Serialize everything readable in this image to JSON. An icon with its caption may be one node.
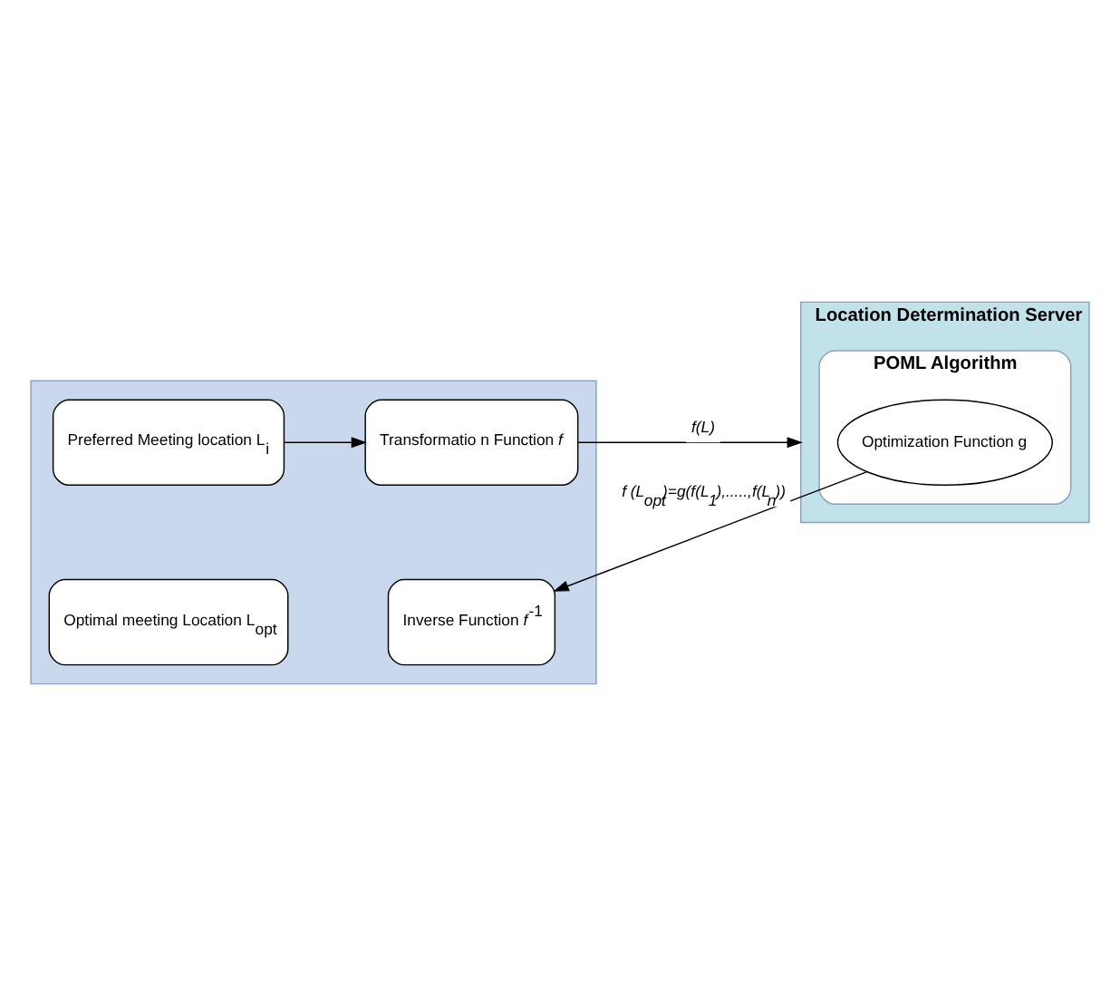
{
  "diagram": {
    "nodes": [
      {
        "text": [],
        "shape": "box"
      },
      {
        "text": [
          "Preferred Meeting location L$_{i}$"
        ],
        "in": 0
      },
      {
        "text": [
          "Transformatio n Function *f*"
        ],
        "in": 0
      },
      {
        "text": [
          "Optimal meeting Location L$_{opt}$"
        ],
        "in": 0
      },
      {
        "text": [
          "Inverse Function *f*$^{-1}$"
        ],
        "in": 0
      },
      {
        "text": [
          "Location Determination Server"
        ]
      },
      {
        "text": [
          "POML Algorithm"
        ],
        "in": 5
      },
      {
        "text": [
          "Optimization Function g"
        ],
        "in": 6
      }
    ],
    "edges": [
      {
        "from": 1,
        "to": 2,
        "arrow": "to"
      },
      {
        "from": 2,
        "to": 5,
        "arrow": "to",
        "label": "f(L)"
      },
      {
        "from": 7,
        "to": 4,
        "arrow": "to",
        "label": "f (L$_{opt}$)=g(f(L$_{1}$),.....,f(L$_{n}$))"
      }
    ]
  }
}
